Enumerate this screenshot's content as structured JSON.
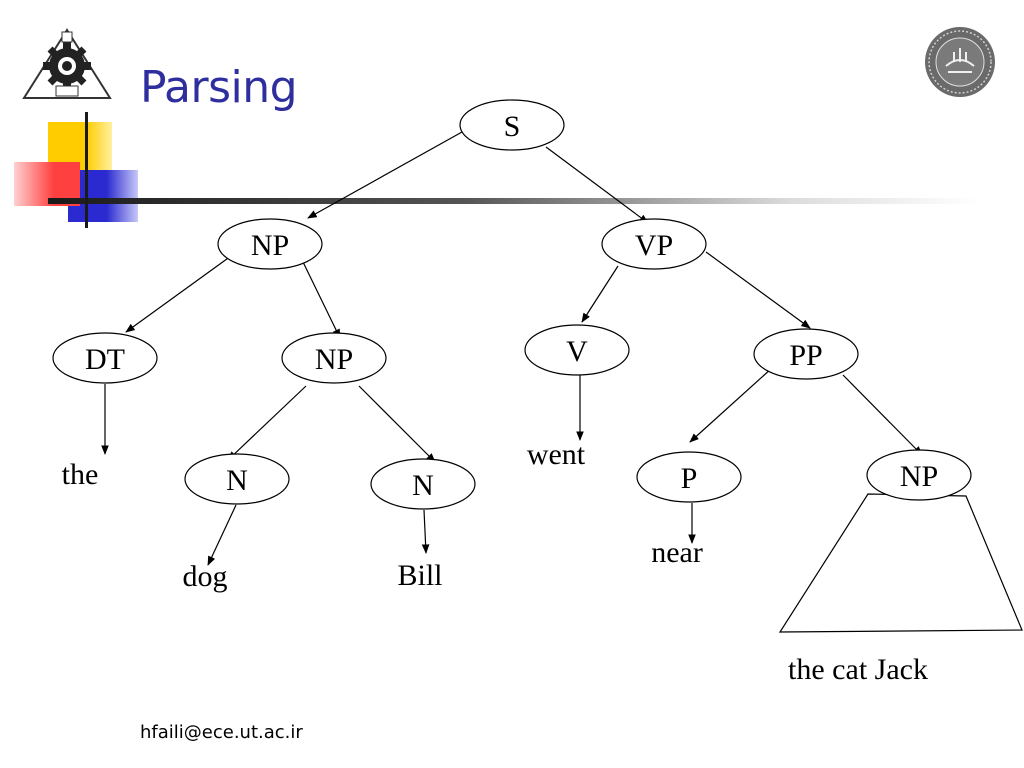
{
  "slide": {
    "title": "Parsing",
    "footer": "hfaili@ece.ut.ac.ir"
  },
  "logos": {
    "left": "engineering-faculty-logo",
    "right": "university-of-tehran-seal"
  },
  "tree": {
    "nodes": {
      "s": "S",
      "np1": "NP",
      "vp": "VP",
      "dt": "DT",
      "np2": "NP",
      "v": "V",
      "pp": "PP",
      "n1": "N",
      "n2": "N",
      "p": "P",
      "np3": "NP"
    },
    "words": {
      "the": "the",
      "dog": "dog",
      "bill": "Bill",
      "went": "went",
      "near": "near",
      "np3_phrase": "the cat Jack"
    }
  },
  "colors": {
    "title": "#2e2e9e",
    "deco_yellow": "#ffcc00",
    "deco_blue": "#2a2ad0",
    "deco_red": "#ff4040"
  }
}
